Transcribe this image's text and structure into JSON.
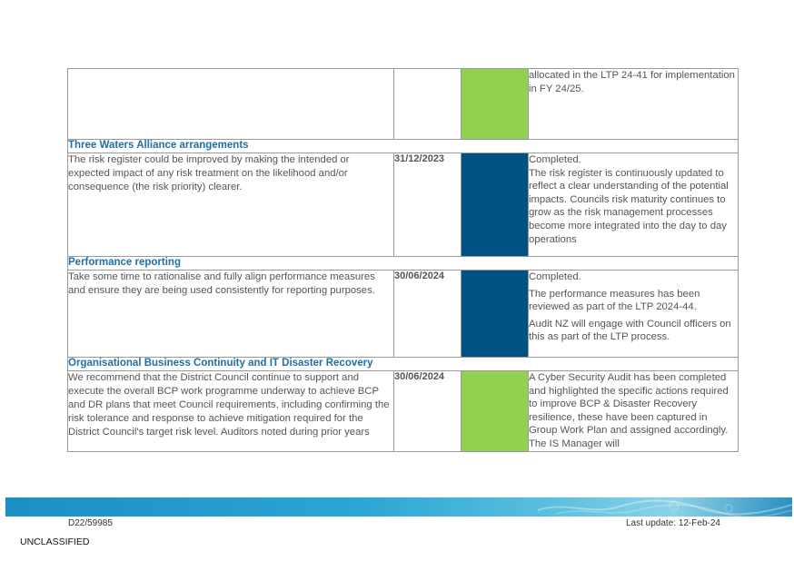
{
  "colors": {
    "green": "#92d050",
    "blue": "#005184",
    "section_text": "#1e6fa8"
  },
  "row0": {
    "comment": [
      "allocated in the LTP 24-41 for implementation in FY 24/25."
    ]
  },
  "sections": [
    {
      "title": "Three Waters Alliance arrangements",
      "issue": "The risk register could be improved by making the intended or expected impact of any risk treatment on the likelihood and/or consequence (the risk priority) clearer.",
      "date": "31/12/2023",
      "status": "blue",
      "comment": [
        "Completed.",
        "The risk register is continuously updated to reflect a clear understanding of the potential impacts. Councils risk maturity continues to grow as the risk management processes become more integrated into the day to day operations"
      ]
    },
    {
      "title": "Performance reporting",
      "issue": "Take some time to rationalise and fully align performance measures and ensure they are being used consistently for reporting purposes.",
      "date": "30/06/2024",
      "status": "blue",
      "comment": [
        "Completed.",
        "The performance measures has been reviewed as part of the LTP 2024-44.",
        "Audit NZ will engage with Council officers on this as part of the LTP process."
      ]
    },
    {
      "title": "Organisational Business Continuity and IT Disaster Recovery",
      "issue": "We recommend that the District Council continue to support and execute the overall BCP work programme underway to achieve BCP and DR plans that meet Council requirements, including confirming the risk tolerance and response to achieve mitigation required for the District Council's target risk level. Auditors noted during prior years",
      "date": "30/06/2024",
      "status": "green",
      "comment": [
        "A Cyber Security Audit has been completed and highlighted the specific actions required to improve BCP & Disaster Recovery resilience, these have been captured in Group Work Plan and assigned accordingly. The IS Manager will"
      ]
    }
  ],
  "footer": {
    "doc_ref": "D22/59985",
    "last_update": "Last update: 12-Feb-24",
    "classification": "UNCLASSIFIED"
  }
}
